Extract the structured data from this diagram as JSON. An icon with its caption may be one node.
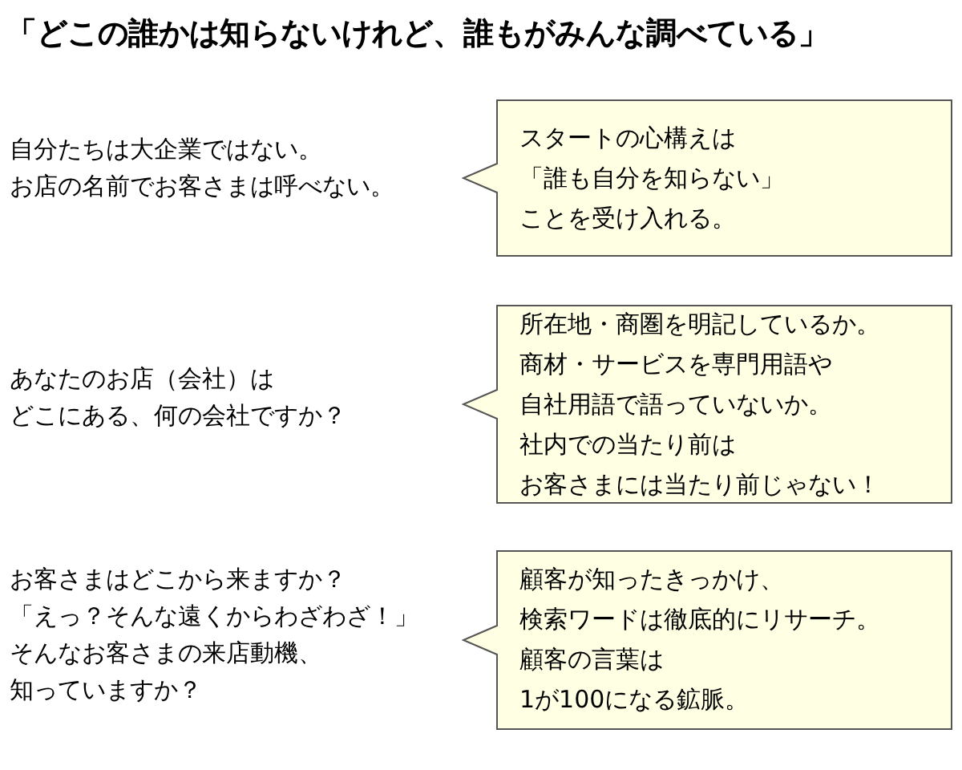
{
  "diagram": {
    "title": "「どこの誰かは知らないけれど、誰もがみんな調べている」",
    "nodes": [
      {
        "text": [
          "スタートの心構えは",
          "「誰も自分を知らない」",
          "ことを受け入れる。"
        ]
      },
      {
        "text": [
          "所在地・商圏を明記しているか。",
          "商材・サービスを専門用語や",
          "自社用語で語っていないか。",
          "社内での当たり前は",
          "お客さまには当たり前じゃない！"
        ]
      },
      {
        "text": [
          "顧客が知ったきっかけ、",
          "検索ワードは徹底的にリサーチ。",
          "顧客の言葉は",
          "1が100になる鉱脈。"
        ]
      }
    ],
    "labels": [
      "自分たちは大企業ではない。",
      "お店の名前でお客さまは呼べない。",
      "あなたのお店（会社）は",
      "どこにある、何の会社ですか？",
      "お客さまはどこから来ますか？",
      "「えっ？そんな遠くからわざわざ！」",
      "そんなお客さまの来店動機、",
      "知っていますか？"
    ]
  }
}
